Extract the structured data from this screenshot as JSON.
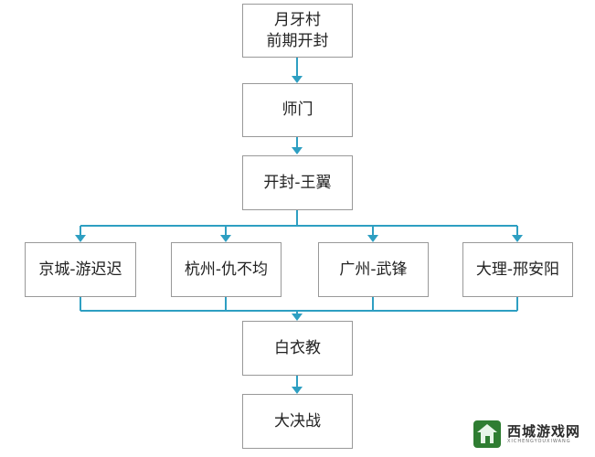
{
  "diagram": {
    "nodes": {
      "yueya": {
        "line1": "月牙村",
        "line2": "前期开封"
      },
      "shimen": {
        "label": "师门"
      },
      "kaifeng": {
        "label": "开封-王翼"
      },
      "jingcheng": {
        "label": "京城-游迟迟"
      },
      "hangzhou": {
        "label": "杭州-仇不均"
      },
      "guangzhou": {
        "label": "广州-武锋"
      },
      "dali": {
        "label": "大理-邢安阳"
      },
      "baiyi": {
        "label": "白衣教"
      },
      "dajuezhan": {
        "label": "大决战"
      }
    },
    "colors": {
      "connector": "#2e9fc2",
      "border": "#999999",
      "text": "#222222"
    }
  },
  "watermark": {
    "title": "西城游戏网",
    "subtitle": "XICHENGYOUXIWANG",
    "icon": "green-house-logo-icon"
  }
}
